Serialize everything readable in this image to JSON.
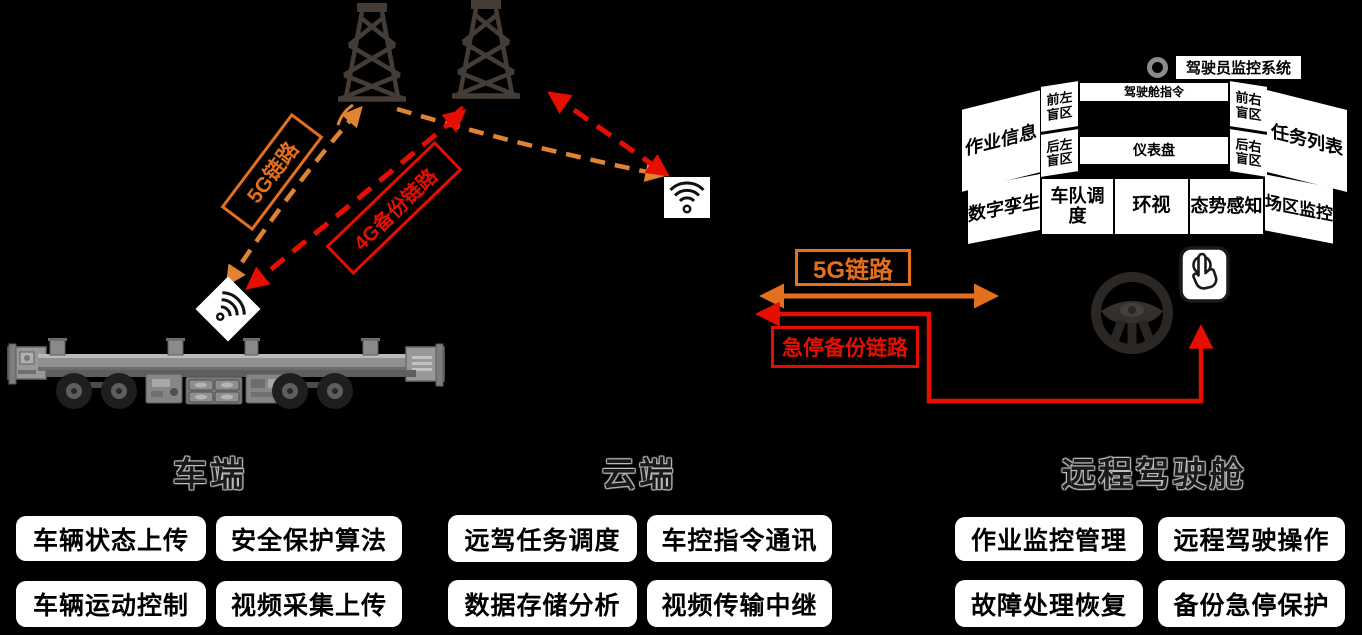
{
  "colors": {
    "background": "#000000",
    "orange_strong": "#E4701E",
    "orange_dash": "#E08432",
    "red": "#E60E00",
    "tower": "#433C37",
    "panel_bg": "#FFFFFF",
    "panel_text": "#000000",
    "title_text": "#1A1A1A"
  },
  "links": {
    "left_5g_label": "5G链路",
    "left_4g_label": "4G备份链路",
    "right_5g_label": "5G链路",
    "right_estop_label": "急停备份链路"
  },
  "sections": {
    "vehicle": {
      "title": "车端"
    },
    "cloud": {
      "title": "云端"
    },
    "cockpit": {
      "title": "远程驾驶舱"
    }
  },
  "functions": {
    "vehicle": [
      [
        "车辆状态上传",
        "安全保护算法"
      ],
      [
        "车辆运动控制",
        "视频采集上传"
      ]
    ],
    "cloud": [
      [
        "远驾任务调度",
        "车控指令通讯"
      ],
      [
        "数据存储分析",
        "视频传输中继"
      ]
    ],
    "cockpit": [
      [
        "作业监控管理",
        "远程驾驶操作"
      ],
      [
        "故障处理恢复",
        "备份急停保护"
      ]
    ]
  },
  "cockpit_monitors": {
    "dms_label": "驾驶员监控系统",
    "top_row": {
      "job_info": "作业信息",
      "front_left_blind": "前左盲区",
      "rear_left_blind": "后左盲区",
      "cockpit_command": "驾驶舱指令",
      "dashboard": "仪表盘",
      "front_right_blind": "前右盲区",
      "rear_right_blind": "后右盲区",
      "task_list": "任务列表"
    },
    "bottom_row": {
      "digital_twin": "数字孪生",
      "fleet_dispatch": "车队调度",
      "surround_view": "环视",
      "situation_awareness": "态势感知",
      "yard_monitor": "场区监控"
    }
  },
  "icons": {
    "dms_camera": "gray-ring",
    "vehicle_antenna": "wifi-diamond",
    "cloud_antenna": "wifi-square",
    "steering_wheel": "steering-wheel",
    "touch_control": "tap-hand-in-rounded-square",
    "comm_tower": "lattice-tower"
  }
}
